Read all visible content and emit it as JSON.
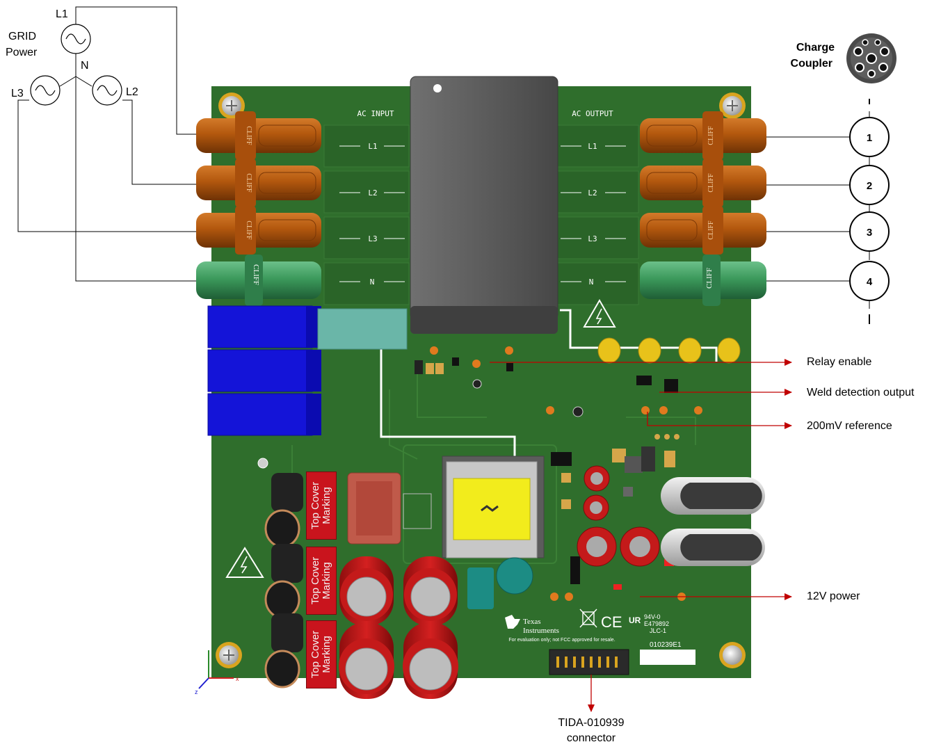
{
  "grid": {
    "title_line1": "GRID",
    "title_line2": "Power",
    "phases": [
      "L1",
      "L2",
      "L3"
    ],
    "neutral": "N"
  },
  "board": {
    "ac_input": "AC INPUT",
    "ac_output": "AC OUTPUT",
    "input_lines": [
      "L1",
      "L2",
      "L3",
      "N"
    ],
    "output_lines": [
      "L1",
      "L2",
      "L3",
      "N"
    ],
    "terminal_brand": "CLIFF",
    "top_cover": [
      "Top Cover\nMarking",
      "Top Cover\nMarking",
      "Top Cover\nMarking"
    ],
    "vendor_line1": "Texas",
    "vendor_line2": "Instruments",
    "disclaimer": "For evaluation only; not FCC approved for resale.",
    "ul_rating": "94V-0",
    "ul_file": "E479892",
    "ul_code": "JLC-1",
    "part_number": "010239E1",
    "colors": {
      "pcb": "#2f6e2c",
      "terminal_brown": "#b3580e",
      "terminal_green": "#3c9a5c",
      "relay_body": "#5a5a5a",
      "capacitor_red": "#c41a1a",
      "annotation_red": "#c00000"
    }
  },
  "coupler": {
    "title_line1": "Charge",
    "title_line2": "Coupler",
    "pins": [
      "1",
      "2",
      "3",
      "4"
    ]
  },
  "annotations": {
    "relay_enable": "Relay enable",
    "weld_detection": "Weld detection output",
    "reference_200mv": "200mV reference",
    "power_12v": "12V power",
    "connector_line1": "TIDA-010939",
    "connector_line2": "connector"
  },
  "icons": [
    "ac-source-icon",
    "high-voltage-warning-icon",
    "charge-coupler-icon",
    "ce-mark-icon",
    "ul-mark-icon",
    "ti-logo-icon",
    "axis-triad-icon"
  ]
}
